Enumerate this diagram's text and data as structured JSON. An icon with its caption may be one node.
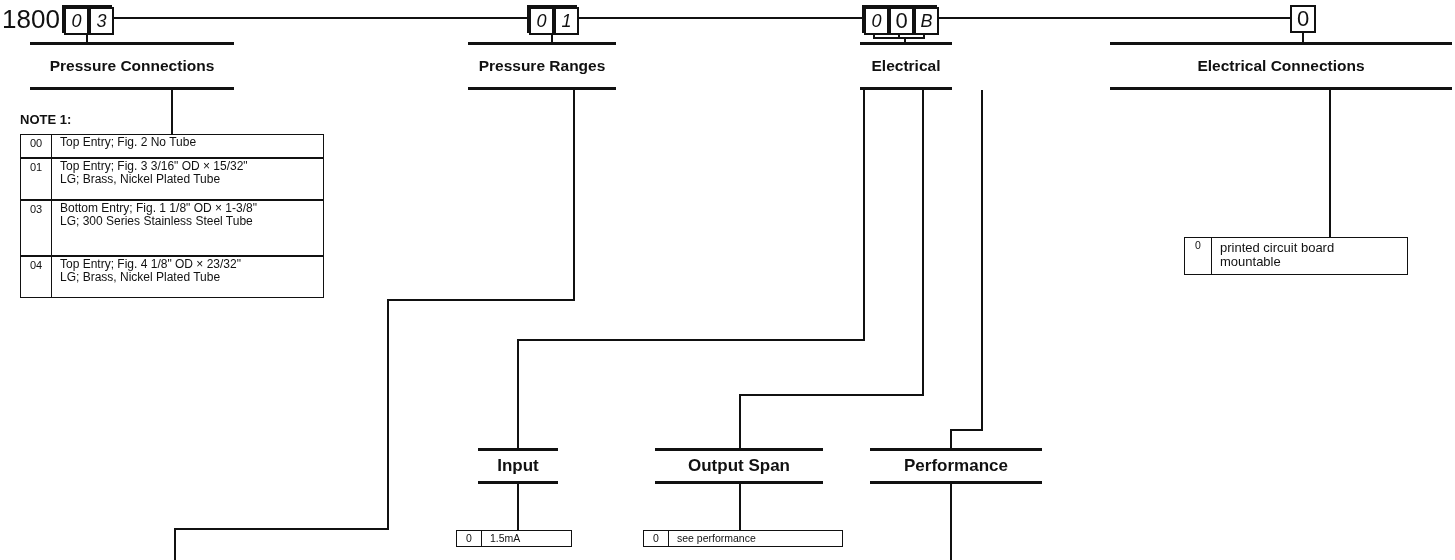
{
  "diagram": {
    "nodes": [
      {
        "text": [],
        "shape": "box"
      },
      {
        "text": [
          "0"
        ],
        "in": 0
      },
      {
        "text": [
          "3"
        ],
        "in": 0
      },
      {
        "text": [],
        "shape": "box"
      },
      {
        "text": [
          "0"
        ],
        "in": 3
      },
      {
        "text": [
          "1"
        ],
        "in": 3
      },
      {
        "text": [],
        "shape": "box"
      },
      {
        "text": [
          "0"
        ],
        "in": 6
      },
      {
        "text": [
          "0"
        ],
        "in": 6
      },
      {
        "text": [
          "B"
        ],
        "in": 6
      },
      {
        "text": [
          "0"
        ]
      },
      {
        "text": [
          "Pressure Connections"
        ]
      },
      {
        "text": [
          "Pressure Ranges"
        ]
      },
      {
        "text": [
          "Electrical"
        ]
      },
      {
        "text": [
          "Electrical Connections"
        ]
      },
      {
        "text": [
          "NOTE 1:"
        ]
      },
      {
        "text": [
          "00",
          "Top Entry; Fig. 2 No Tube"
        ],
        "in": 15
      },
      {
        "text": [
          "01",
          "Top Entry; Fig. 3 3/16\" OD × 15/32\" LG; Brass, Nickel Plated Tube"
        ],
        "in": 15
      },
      {
        "text": [
          "03",
          "Bottom Entry; Fig. 1 1/8\" OD × 1-3/8\" LG; 300 Series Stainless Steel Tube"
        ],
        "in": 15
      },
      {
        "text": [
          "04",
          "Top Entry; Fig. 4 1/8\" OD × 23/32\" LG; Brass, Nickel Plated Tube"
        ],
        "in": 15
      },
      {
        "text": [
          "Input"
        ]
      },
      {
        "text": [
          "Output Span"
        ]
      },
      {
        "text": [
          "Performance"
        ]
      },
      {
        "text": [
          "0",
          "1.5mA"
        ]
      },
      {
        "text": [
          "0",
          "see performance"
        ]
      },
      {
        "text": [
          "0",
          "printed circuit board mountable"
        ]
      }
    ],
    "edges": [
      {
        "from": 0,
        "to": 3,
        "arrow": "none"
      },
      {
        "from": 3,
        "to": 6,
        "arrow": "none"
      },
      {
        "from": 6,
        "to": 10,
        "arrow": "none"
      },
      {
        "from": 0,
        "to": 11,
        "arrow": "none"
      },
      {
        "from": 3,
        "to": 12,
        "arrow": "none"
      },
      {
        "from": 7,
        "to": 13,
        "arrow": "none"
      },
      {
        "from": 8,
        "to": 13,
        "arrow": "none"
      },
      {
        "from": 9,
        "to": 13,
        "arrow": "none"
      },
      {
        "from": 10,
        "to": 14,
        "arrow": "none"
      },
      {
        "from": 11,
        "to": 15,
        "arrow": "none"
      },
      {
        "from": 12,
        "to": null,
        "arrow": "none"
      },
      {
        "from": 13,
        "to": 20,
        "arrow": "none"
      },
      {
        "from": 13,
        "to": 21,
        "arrow": "none"
      },
      {
        "from": 13,
        "to": 22,
        "arrow": "none"
      },
      {
        "from": 22,
        "to": null,
        "arrow": "none"
      },
      {
        "from": 20,
        "to": 23,
        "arrow": "none"
      },
      {
        "from": 21,
        "to": 24,
        "arrow": "none"
      },
      {
        "from": 14,
        "to": 25,
        "arrow": "none"
      }
    ],
    "labels": [
      "1800"
    ]
  }
}
